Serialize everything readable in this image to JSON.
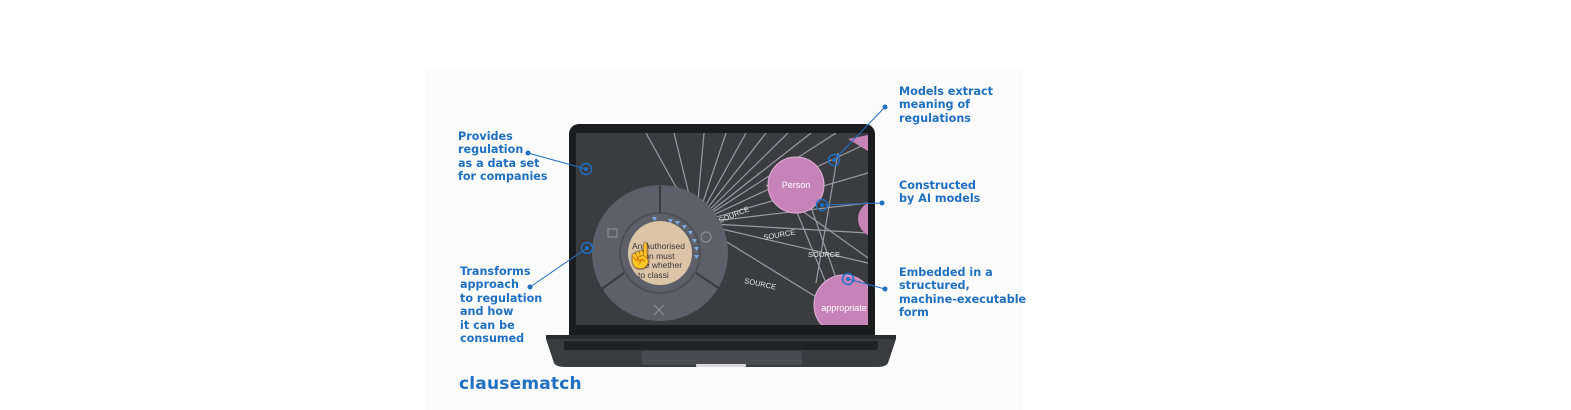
{
  "callouts": {
    "provides": "Provides\nregulation\nas a data set\nfor companies",
    "transforms": "Transforms\napproach\nto regulation\nand how\nit can be\nconsumed",
    "models": "Models extract\nmeaning of\nregulations",
    "constructed": "Constructed\nby AI models",
    "embedded": "Embedded in a\nstructured,\nmachine-executable\nform"
  },
  "brand": "clausematch",
  "screen": {
    "node_person": "Person",
    "node_appropriate": "appropriate",
    "center_text_1": "An Authorised",
    "center_text_2": "son must",
    "center_text_3": "de whether",
    "center_text_4": "to classi",
    "edge_label": "SOURCE"
  },
  "colors": {
    "accent": "#1f6fc2",
    "node_pink": "#c783b8",
    "center_tan": "#dcc4a6",
    "screen_bg": "#3b3c40"
  }
}
